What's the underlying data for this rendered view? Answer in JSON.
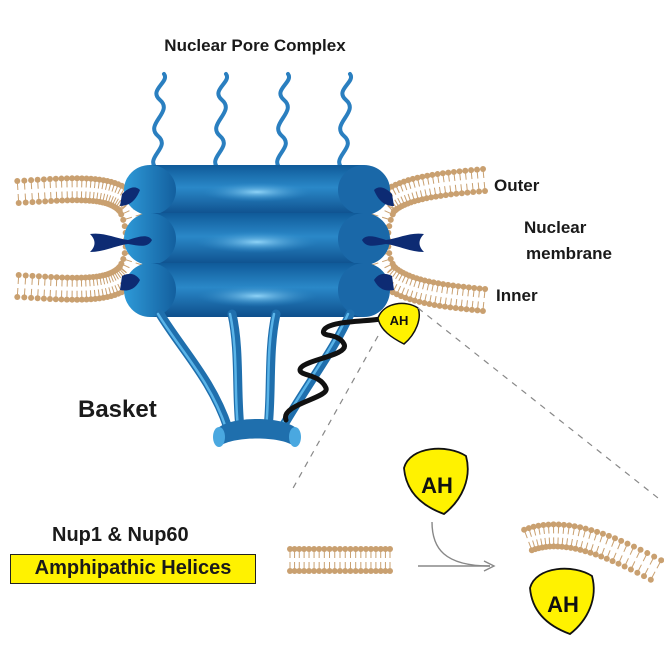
{
  "labels": {
    "title": "Nuclear Pore Complex",
    "outer": "Outer",
    "nuclear": "Nuclear",
    "membrane": "membrane",
    "inner": "Inner",
    "basket": "Basket",
    "nup": "Nup1 & Nup60",
    "amphipathic": "Amphipathic Helices",
    "ah": "AH"
  },
  "colors": {
    "pore_blue": "#1f6fad",
    "pore_light": "#4aa8e0",
    "anchor_navy": "#0d2b73",
    "lipid_head": "#c9a070",
    "ah_yellow": "#fff200"
  }
}
